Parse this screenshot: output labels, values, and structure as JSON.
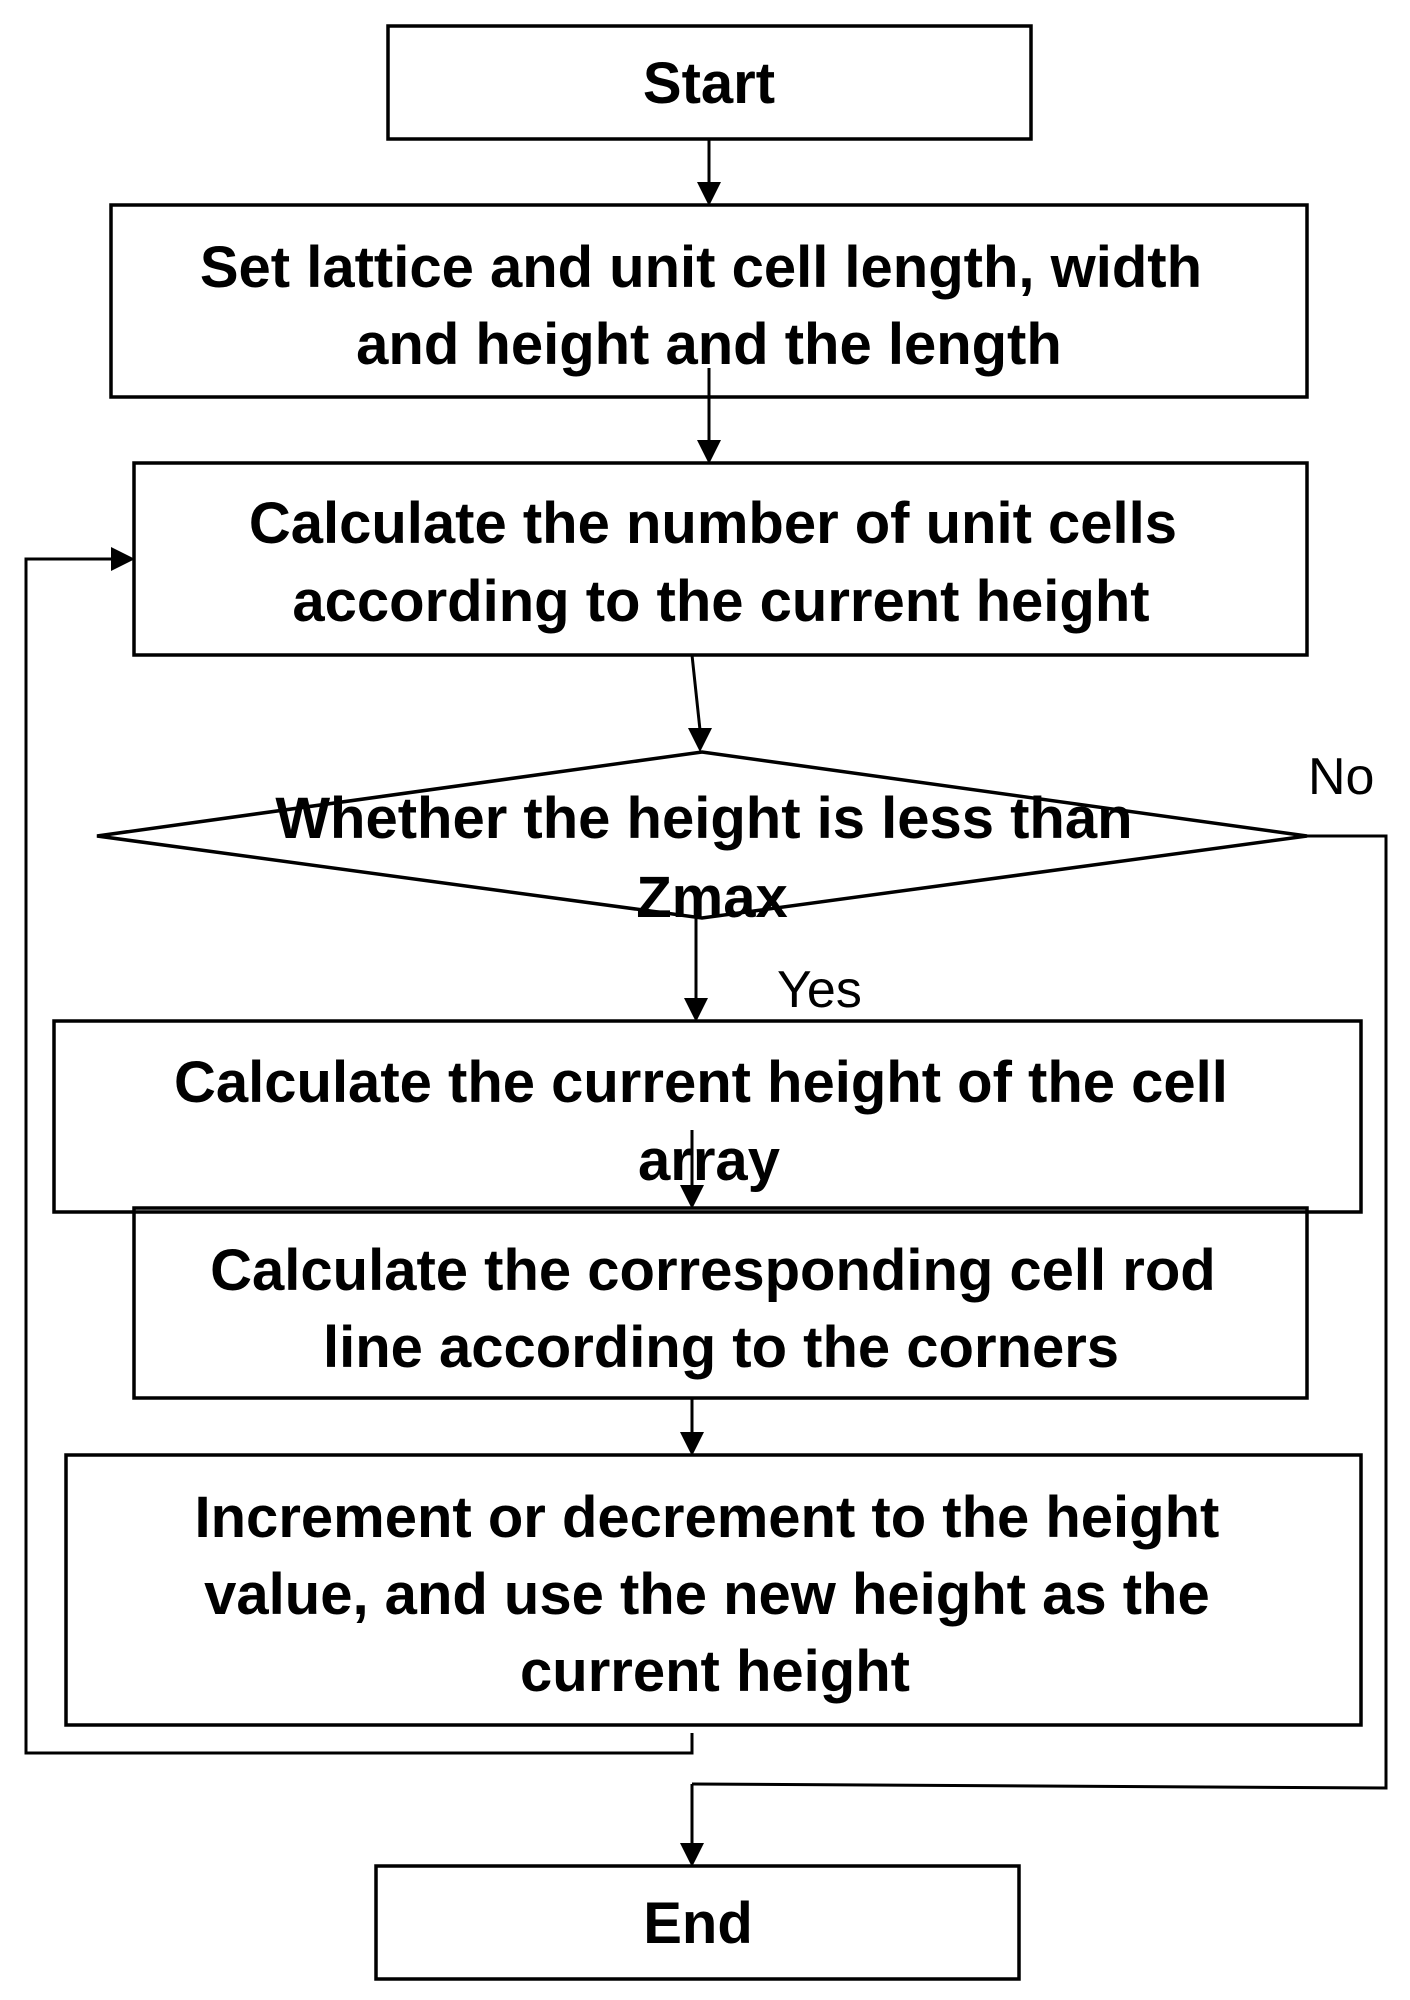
{
  "nodes": {
    "start": {
      "lines": [
        "Start"
      ]
    },
    "set_lattice": {
      "lines": [
        "Set lattice and unit cell length, width",
        "and height and the length"
      ]
    },
    "calc_number": {
      "lines": [
        "Calculate the number of unit cells",
        "according to the current height"
      ]
    },
    "decision": {
      "lines": [
        "Whether the height is less than",
        "Zmax"
      ]
    },
    "calc_height": {
      "lines": [
        "Calculate the current height of the cell",
        "array"
      ]
    },
    "calc_rod": {
      "lines": [
        "Calculate the corresponding cell rod",
        "line according to the corners"
      ]
    },
    "increment": {
      "lines": [
        "Increment or decrement to the height",
        "value, and use the new height as the",
        "current height"
      ]
    },
    "end": {
      "lines": [
        "End"
      ]
    }
  },
  "edge_labels": {
    "yes": "Yes",
    "no": "No"
  }
}
